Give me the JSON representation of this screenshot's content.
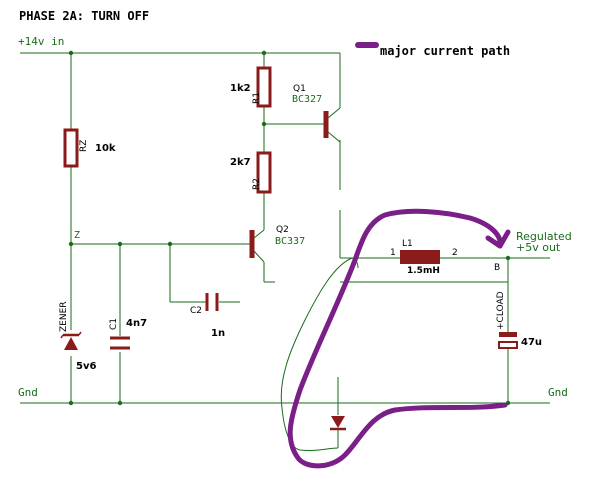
{
  "title": "PHASE 2A: TURN OFF",
  "legend": {
    "label": "major current path",
    "color": "#7a1f87"
  },
  "rails": {
    "supply": "+14v in",
    "gnd_left": "Gnd",
    "gnd_right": "Gnd"
  },
  "components": {
    "rz": {
      "ref": "RZ",
      "value": "10k"
    },
    "r1": {
      "ref": "R1",
      "value": "1k2"
    },
    "r2": {
      "ref": "R2",
      "value": "2k7"
    },
    "q1": {
      "ref": "Q1",
      "part": "BC327"
    },
    "q2": {
      "ref": "Q2",
      "part": "BC337"
    },
    "zener": {
      "ref": "ZENER",
      "value": "5v6"
    },
    "c1": {
      "ref": "C1",
      "value": "4n7"
    },
    "c2": {
      "ref": "C2",
      "value": "1n"
    },
    "l1": {
      "ref": "L1",
      "value": "1.5mH",
      "pin1": "1",
      "pin2": "2"
    },
    "cload": {
      "ref": "+CLOAD",
      "value": "47u"
    }
  },
  "nodes": {
    "z": "Z",
    "b": "B"
  },
  "output": {
    "line1": "Regulated",
    "line2": "+5v out"
  },
  "colors": {
    "wire": "#1a6b1a",
    "component": "#8b1a1a",
    "label_green": "#1a6b1a",
    "text": "#000000",
    "current_path": "#7a1f87"
  }
}
